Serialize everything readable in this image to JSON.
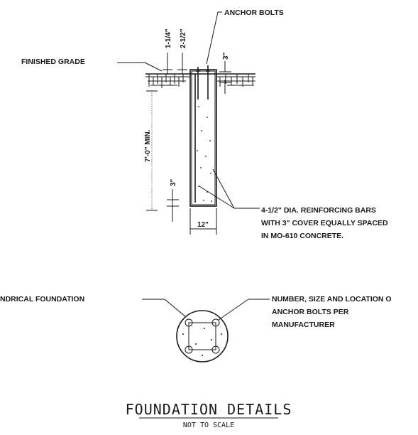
{
  "labels": {
    "anchor_bolts": "ANCHOR BOLTS",
    "finished_grade": "FINISHED GRADE",
    "dim_1_1_4": "1-1/4\"",
    "dim_2_1_2": "2-1/2\"",
    "dim_3_top": "3\"",
    "dim_7_0_min": "7'-0\" MIN.",
    "dim_3_bottom": "3\"",
    "dim_12": "12\"",
    "reinforcing_line1": "4-1/2\" DIA. REINFORCING BARS",
    "reinforcing_line2": "WITH 3\" COVER EQUALLY SPACED",
    "reinforcing_line3": "IN MO-610 CONCRETE.",
    "cylindrical_foundation": "NDRICAL FOUNDATION",
    "number_line1": "NUMBER, SIZE AND LOCATION O",
    "number_line2": "ANCHOR BOLTS PER",
    "number_line3": "MANUFACTURER"
  },
  "title": {
    "main": "FOUNDATION DETAILS",
    "sub": "NOT TO SCALE"
  }
}
